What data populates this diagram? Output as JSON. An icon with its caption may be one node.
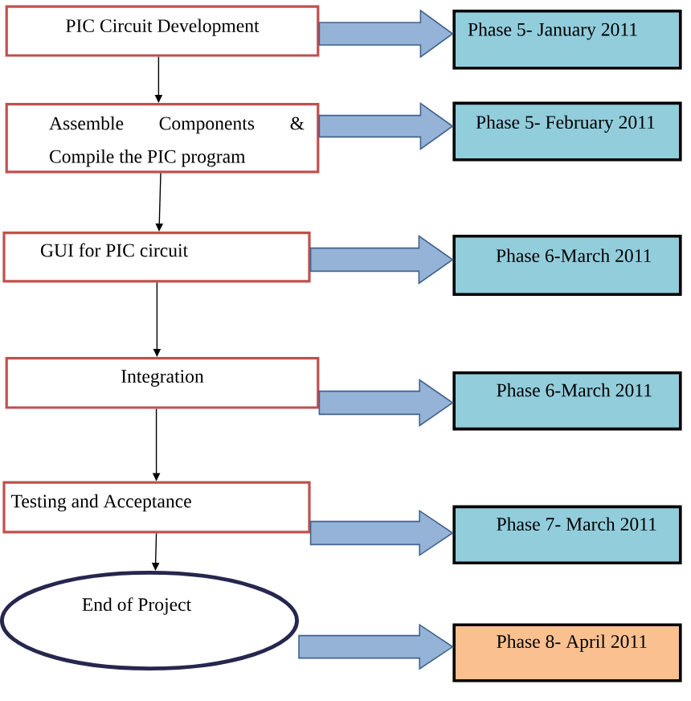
{
  "diagram": {
    "nodes": [
      {
        "text": [
          "PIC Circuit Development"
        ]
      },
      {
        "text": [
          "Phase 5- January 2011"
        ]
      },
      {
        "text": [
          "Assemble Components & Compile the PIC program"
        ]
      },
      {
        "text": [
          "Phase 5- February 2011"
        ]
      },
      {
        "text": [
          "GUI for PIC circuit"
        ]
      },
      {
        "text": [
          "Phase 6-March 2011"
        ]
      },
      {
        "text": [
          "Integration"
        ]
      },
      {
        "text": [
          "Phase 6-March 2011"
        ]
      },
      {
        "text": [
          "Testing and Acceptance"
        ]
      },
      {
        "text": [
          "Phase 7- March 2011"
        ]
      },
      {
        "text": [
          "End of Project"
        ]
      },
      {
        "text": [
          "Phase 8- April 2011"
        ]
      }
    ],
    "edges": [
      {
        "from": 0,
        "to": 1,
        "arrow": "to",
        "style": "thick",
        "color": "#95b3d7"
      },
      {
        "from": 0,
        "to": 2,
        "arrow": "to"
      },
      {
        "from": 2,
        "to": 3,
        "arrow": "to",
        "style": "thick",
        "color": "#95b3d7"
      },
      {
        "from": 2,
        "to": 4,
        "arrow": "to"
      },
      {
        "from": 4,
        "to": 5,
        "arrow": "to",
        "style": "thick",
        "color": "#95b3d7"
      },
      {
        "from": 4,
        "to": 6,
        "arrow": "to"
      },
      {
        "from": 6,
        "to": 7,
        "arrow": "to",
        "style": "thick",
        "color": "#95b3d7"
      },
      {
        "from": 6,
        "to": 8,
        "arrow": "to"
      },
      {
        "from": 8,
        "to": 9,
        "arrow": "to",
        "style": "thick",
        "color": "#95b3d7"
      },
      {
        "from": 8,
        "to": 10,
        "arrow": "to"
      },
      {
        "from": 10,
        "to": 11,
        "arrow": "to",
        "style": "thick",
        "color": "#95b3d7"
      }
    ]
  }
}
